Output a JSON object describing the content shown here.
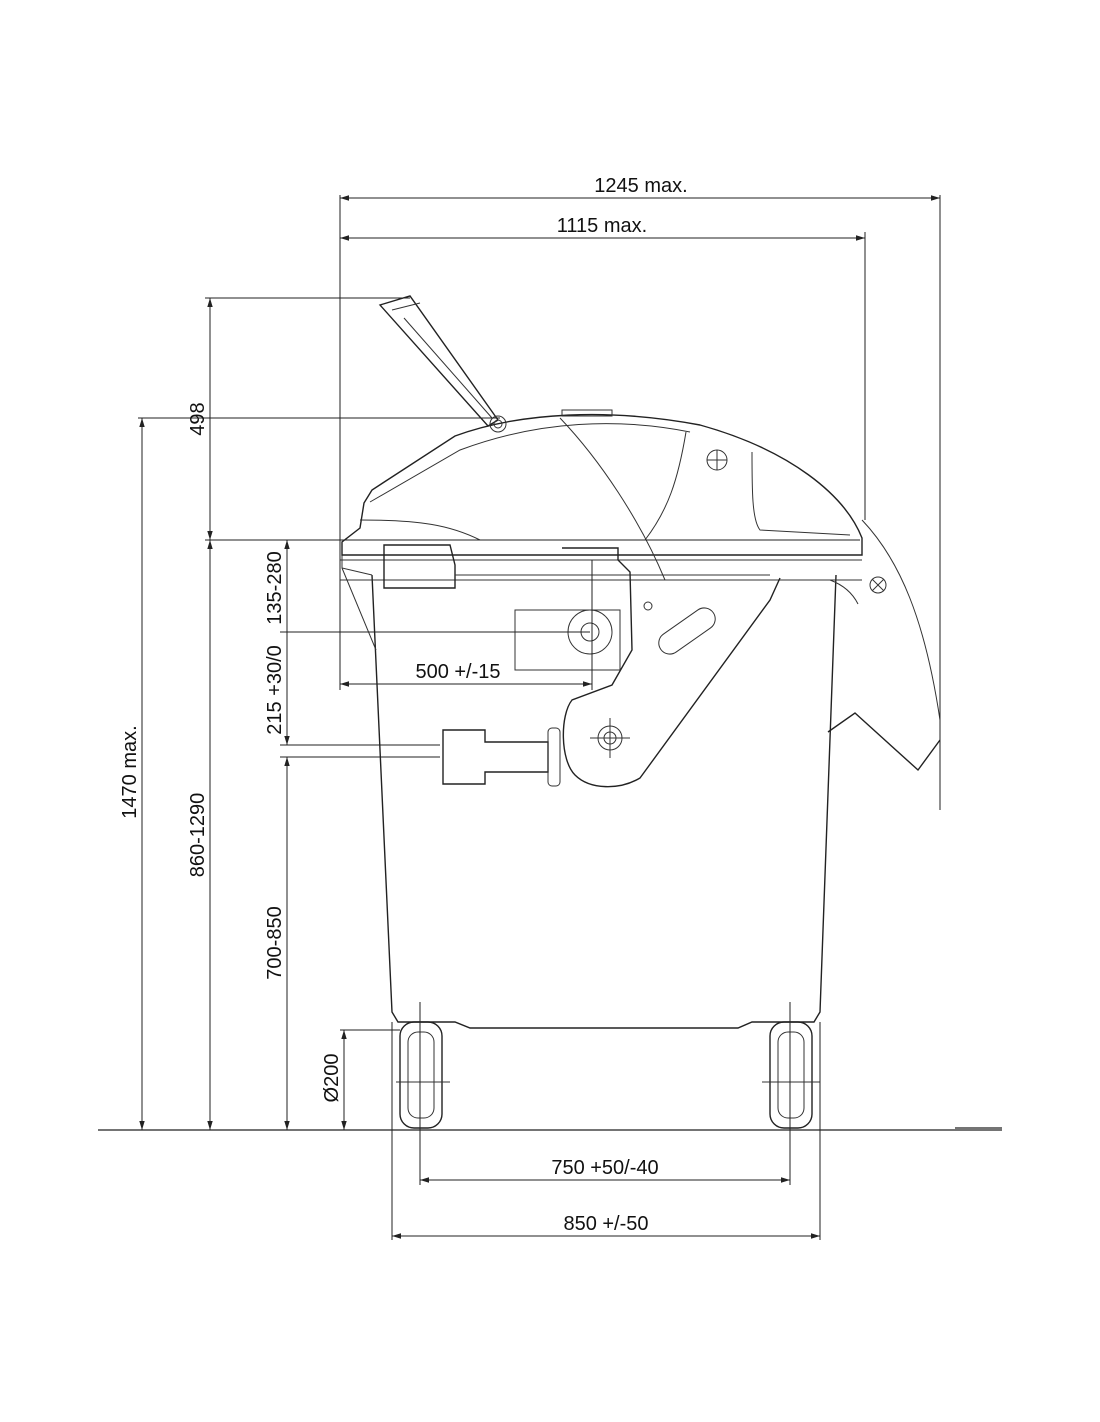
{
  "dimensions": {
    "overall_width_max": "1245 max.",
    "body_width_max": "1115 max.",
    "lid_open_height": "498",
    "overall_height_max": "1470 max.",
    "rim_height": "860-1290",
    "trunnion_height": "700-850",
    "trunnion_offset": "215 +30/0",
    "comb_offset": "135-280",
    "trunnion_depth": "500 +/-15",
    "wheel_diameter": "Ø200",
    "wheel_track": "750 +50/-40",
    "base_width": "850 +/-50"
  },
  "colors": {
    "line": "#222222",
    "background": "#ffffff"
  }
}
